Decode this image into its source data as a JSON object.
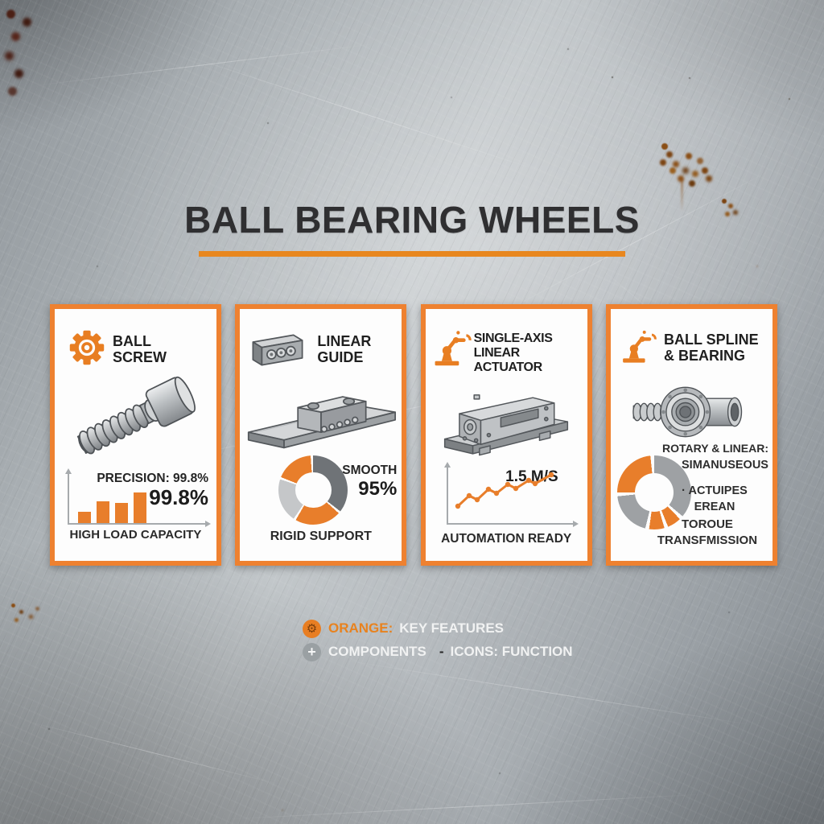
{
  "title": "BALL BEARING WHEELS",
  "colors": {
    "accent_orange": "#E87E22",
    "divider_orange": "#E8871F",
    "card_border": "#EE8130",
    "title_text": "#2F2F31",
    "donut_dark_gray": "#6F7377",
    "donut_light_gray": "#C5C7C9",
    "donut_mid_gray": "#9EA1A4",
    "legend_text": "#F1F2F2"
  },
  "cards": [
    {
      "icon": "gear-icon",
      "title_line1": "BALL",
      "title_line2": "SCREW",
      "illustration": "ball-screw",
      "stat_label": "PRECISION: 99.8%",
      "stat_value": "99.8%",
      "caption": "HIGH LOAD CAPACITY"
    },
    {
      "icon": "rail-icon",
      "title_line1": "LINEAR",
      "title_line2": "GUIDE",
      "illustration": "linear-guide",
      "stat_label": "SMOOTH",
      "stat_value": "95%",
      "caption": "RIGID SUPPORT"
    },
    {
      "icon": "robot-arm-icon",
      "title_line1": "SINGLE-AXIS",
      "title_line2": "LINEAR ACTUATOR",
      "illustration": "linear-actuator",
      "stat_value": "1.5 M/S",
      "caption": "AUTOMATION READY"
    },
    {
      "icon": "robot-arm-icon",
      "title_line1": "BALL SPLINE",
      "title_line2": "& BEARING",
      "illustration": "ball-spline-bearing",
      "note_line1": "ROTARY & LINEAR:",
      "note_line2": "SIMANUSEOUS",
      "note_line3": "· ACTUIPES",
      "note_line4": "EREAN",
      "caption_line1": "TOROUE",
      "caption_line2": "TRANSFMISSION"
    }
  ],
  "legend": {
    "row1": {
      "icon": "gear-badge-icon",
      "prefix": "ORANGE:",
      "label": "KEY FEATURES"
    },
    "row2": {
      "icon": "plus-badge-icon",
      "prefix": "COMPONENTS",
      "separator": "-",
      "label": "ICONS: FUNCTION"
    }
  },
  "chart_data": [
    {
      "type": "bar",
      "card": "BALL SCREW",
      "categories": [
        "bar1",
        "bar2",
        "bar3",
        "bar4"
      ],
      "values": [
        23,
        43,
        41,
        61
      ],
      "ylim": [
        0,
        100
      ],
      "color": "#E87E2B",
      "annotation": "PRECISION: 99.8%",
      "annotation_value": "99.8%",
      "xlabel": "HIGH LOAD CAPACITY",
      "grid": false
    },
    {
      "type": "pie",
      "card": "LINEAR GUIDE",
      "donut": true,
      "gap_deg": 4,
      "segments": [
        {
          "label": "dark-gray",
          "deg": 128,
          "color": "#6F7377"
        },
        {
          "label": "orange",
          "deg": 78,
          "color": "#E87E2B"
        },
        {
          "label": "light-gray",
          "deg": 74,
          "color": "#C5C7C9"
        },
        {
          "label": "orange",
          "deg": 64,
          "color": "#E87E2B"
        }
      ],
      "labels": [
        "SMOOTH",
        "95%"
      ],
      "caption": "RIGID SUPPORT"
    },
    {
      "type": "line",
      "card": "SINGLE-AXIS LINEAR ACTUATOR",
      "color": "#E87E2B",
      "points": [
        [
          6,
          47
        ],
        [
          20,
          34
        ],
        [
          30,
          39
        ],
        [
          44,
          26
        ],
        [
          54,
          31
        ],
        [
          68,
          20
        ],
        [
          78,
          25
        ],
        [
          94,
          15
        ],
        [
          102,
          19
        ],
        [
          122,
          8
        ]
      ],
      "label": "1.5 M/S",
      "xlabel": "AUTOMATION READY",
      "grid": false
    },
    {
      "type": "pie",
      "card": "BALL SPLINE & BEARING",
      "donut": true,
      "gap_deg": 6,
      "segments": [
        {
          "label": "gray",
          "deg": 130,
          "color": "#9EA1A4"
        },
        {
          "label": "orange",
          "deg": 22,
          "color": "#E87E2B"
        },
        {
          "label": "orange",
          "deg": 24,
          "color": "#E87E2B"
        },
        {
          "label": "gray",
          "deg": 70,
          "color": "#9EA1A4"
        },
        {
          "label": "orange",
          "deg": 84,
          "color": "#E87E2B"
        }
      ]
    }
  ]
}
